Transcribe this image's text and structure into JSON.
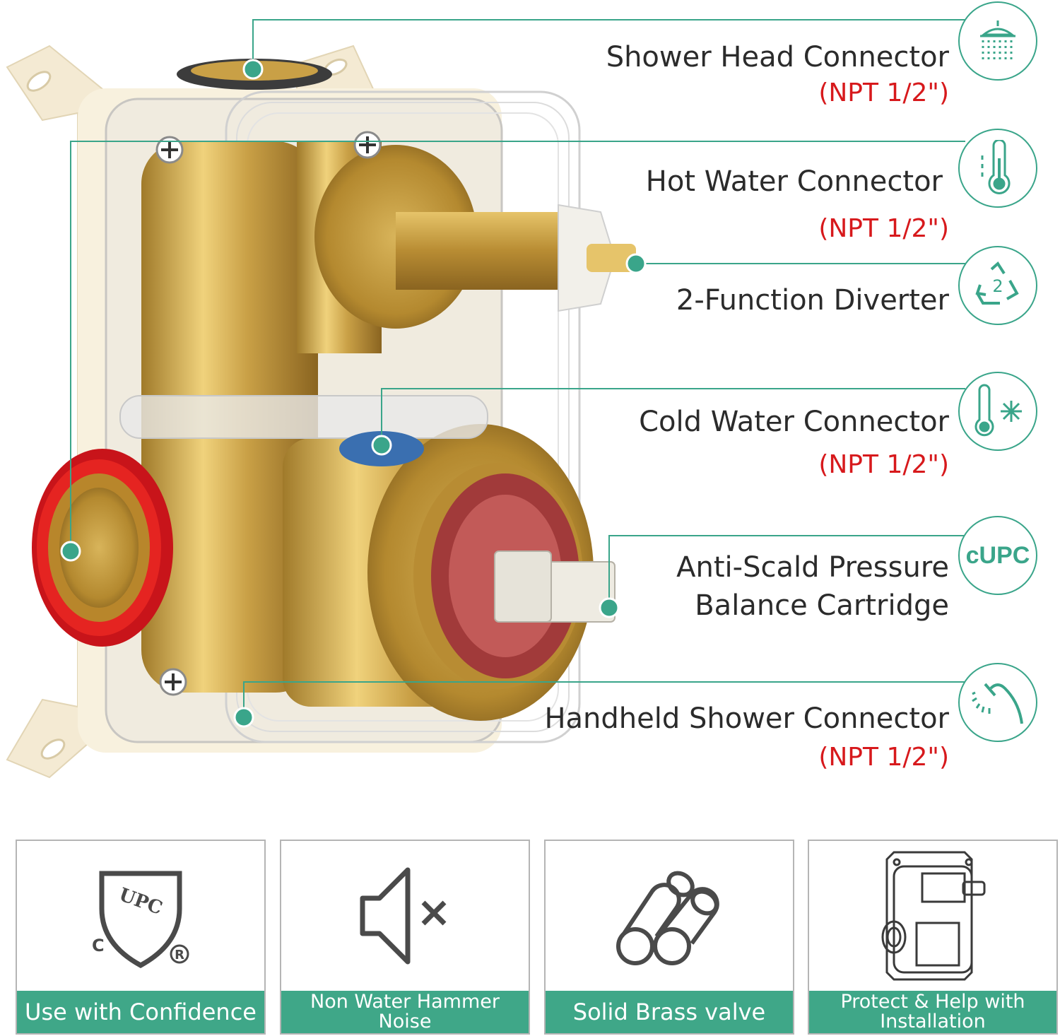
{
  "callouts": [
    {
      "label": "Shower Head Connector",
      "sub": "(NPT 1/2\")",
      "icon": "shower-head-icon"
    },
    {
      "label": "Hot Water Connector",
      "sub": "(NPT 1/2\")",
      "icon": "thermometer-hot-icon"
    },
    {
      "label": "2-Function Diverter",
      "sub": "",
      "icon": "recycle-2-icon"
    },
    {
      "label": "Cold Water Connector",
      "sub": "(NPT 1/2\")",
      "icon": "thermometer-cold-icon"
    },
    {
      "label_line1": "Anti-Scald Pressure",
      "label_line2": "Balance Cartridge",
      "icon": "cupc-icon",
      "icon_text": "cUPC"
    },
    {
      "label": "Handheld Shower Connector",
      "sub": "(NPT 1/2\")",
      "icon": "handheld-shower-icon"
    }
  ],
  "features": [
    {
      "caption": "Use with Confidence",
      "icon": "upc-shield-icon",
      "icon_text_top": "UPC",
      "icon_text_c": "C",
      "icon_text_r": "R"
    },
    {
      "caption": "Non Water Hammer Noise",
      "icon": "speaker-mute-icon"
    },
    {
      "caption": "Solid Brass valve",
      "icon": "brass-rods-icon"
    },
    {
      "caption": "Protect & Help with Installation",
      "icon": "valve-box-line-icon"
    }
  ],
  "colors": {
    "accent": "#3fa788",
    "line": "#3aa58a",
    "red_text": "#d7191c",
    "brass": "#c9a046",
    "red_ring": "#e52421"
  }
}
